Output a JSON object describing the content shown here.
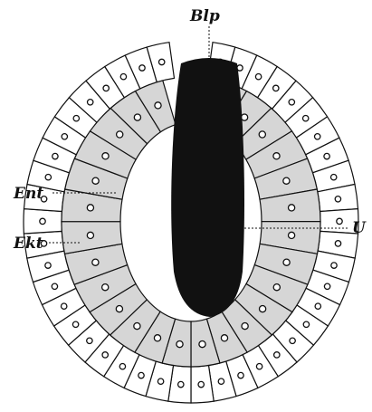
{
  "labels": {
    "blastopore": "Blp",
    "entoderm": "Ent",
    "ektoderm": "Ekt",
    "urdarm": "U"
  },
  "colors": {
    "ektoderm_fill": "#ffffff",
    "entoderm_fill": "#d6d6d6",
    "cavity_fill": "#111111",
    "outline": "#111111"
  }
}
